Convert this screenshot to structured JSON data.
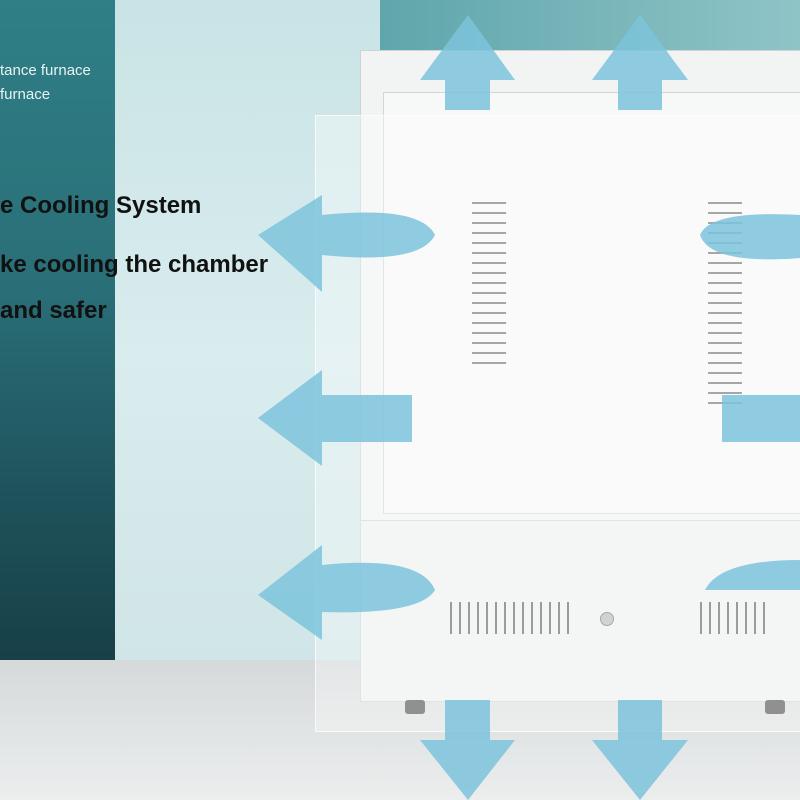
{
  "caption": {
    "line1": "tance furnace",
    "line2": "furnace"
  },
  "headline": {
    "title": "e Cooling System",
    "line2": "ke cooling the chamber",
    "line3": "and safer"
  },
  "colors": {
    "arrow": "#7cc3dc",
    "wall_dark": "#2a6f78",
    "wall_light": "#d9ecee"
  }
}
